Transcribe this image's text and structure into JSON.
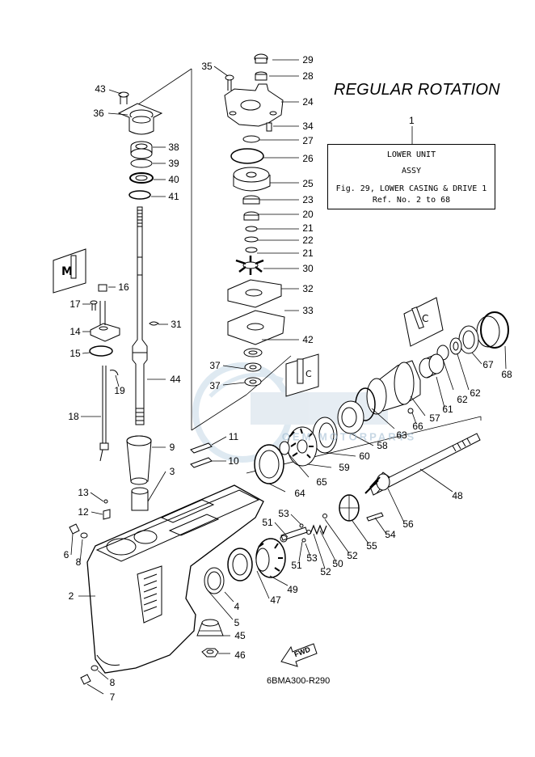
{
  "title": "REGULAR ROTATION",
  "reference_box": {
    "item_number": "1",
    "line1": "LOWER UNIT",
    "line2": "ASSY",
    "line3": "Fig. 29, LOWER CASING & DRIVE 1",
    "line4": "Ref. No. 2 to 68"
  },
  "diagram_code": "6BMA300-R290",
  "fwd_label": "FWD",
  "watermark": "OEM MOTORPARTS",
  "callouts": {
    "c29": "29",
    "c28": "28",
    "c24": "24",
    "c34": "34",
    "c27": "27",
    "c26": "26",
    "c25": "25",
    "c23": "23",
    "c20": "20",
    "c21a": "21",
    "c22": "22",
    "c21b": "21",
    "c30": "30",
    "c32": "32",
    "c33": "33",
    "c42": "42",
    "c37a": "37",
    "c37b": "37",
    "c35": "35",
    "c43": "43",
    "c36": "36",
    "c38": "38",
    "c39": "39",
    "c40": "40",
    "c41": "41",
    "c16": "16",
    "c17": "17",
    "c14": "14",
    "c15": "15",
    "c31": "31",
    "c19": "19",
    "c44": "44",
    "c18": "18",
    "c9": "9",
    "c11": "11",
    "c10": "10",
    "c3": "3",
    "c13": "13",
    "c12": "12",
    "c6": "6",
    "c8a": "8",
    "c2": "2",
    "c5": "5",
    "c4": "4",
    "c47": "47",
    "c49": "49",
    "c45": "45",
    "c46": "46",
    "c8b": "8",
    "c7": "7",
    "c64": "64",
    "c65": "65",
    "c59": "59",
    "c60": "60",
    "c58": "58",
    "c63": "63",
    "c57": "57",
    "c66": "66",
    "c61": "61",
    "c62a": "62",
    "c62b": "62",
    "c67": "67",
    "c68": "68",
    "c48": "48",
    "c56": "56",
    "c54": "54",
    "c55": "55",
    "c53a": "53",
    "c51a": "51",
    "c53b": "53",
    "c51b": "51",
    "c52a": "52",
    "c50": "50",
    "c52b": "52"
  }
}
